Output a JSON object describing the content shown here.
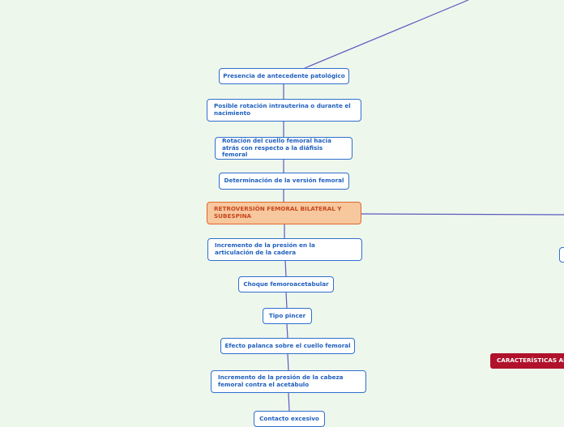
{
  "map": {
    "nodes": {
      "n1": "Presencia de antecedente patológico",
      "n2": "Posible rotación intrauterina o durante el nacimiento",
      "n3": "Rotación del cuello femoral hacia atrás con respecto a la diáfisis femoral",
      "n4": "Determinación de la versión femoral",
      "n5": "RETROVERSIÓN FEMORAL BILATERAL Y SUBESPINA",
      "n6": "Incremento de la presión en la articulación de la cadera",
      "n7": "Choque femoroacetabular",
      "n8": "Tipo pincer",
      "n9": "Efecto palanca sobre el cuello femoral",
      "n10": "Incremento de la presión de la cabeza femoral contra el acetábulo",
      "n11": "Contacto excesivo",
      "tag": "CARACTERÍSTICAS AN"
    },
    "colors": {
      "background": "#eef7ec",
      "link": "#5b5bbf",
      "node_border": "#2f6fce",
      "node_text": "#1f5fbf",
      "main_fill": "#f7c79e",
      "main_border": "#e2672c",
      "main_text": "#c8461c",
      "tag_fill": "#b0112b"
    }
  }
}
